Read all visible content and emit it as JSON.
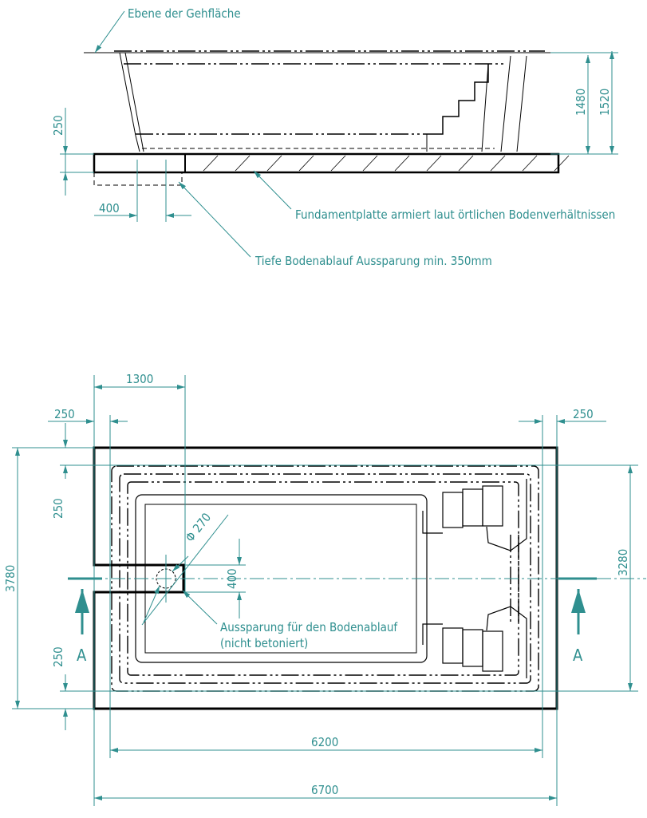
{
  "section_view": {
    "walking_level_label": "Ebene der Gehfläche",
    "slab_label": "Fundamentplatte armiert laut örtlichen Bodenverhältnissen",
    "drain_depth_label": "Tiefe Bodenablauf Aussparung min. 350mm",
    "dim_slab_thickness": "250",
    "dim_drain_width": "400",
    "dim_pool_depth_inner": "1480",
    "dim_pool_depth_outer": "1520"
  },
  "plan_view": {
    "dim_drain_offset": "1300",
    "dim_margin_left": "250",
    "dim_margin_right": "250",
    "dim_margin_top": "250",
    "dim_margin_bottom": "250",
    "dim_total_width": "3780",
    "dim_pool_width": "3280",
    "dim_pool_length": "6200",
    "dim_total_length": "6700",
    "dim_recess_width": "400",
    "dim_drain_diameter": "Φ 270",
    "drain_recess_label_1": "Aussparung für den Bodenablauf",
    "drain_recess_label_2": "(nicht betoniert)",
    "section_marker_left": "A",
    "section_marker_right": "A"
  },
  "colors": {
    "dimension": "#2f8f8f",
    "outline": "#000000"
  }
}
